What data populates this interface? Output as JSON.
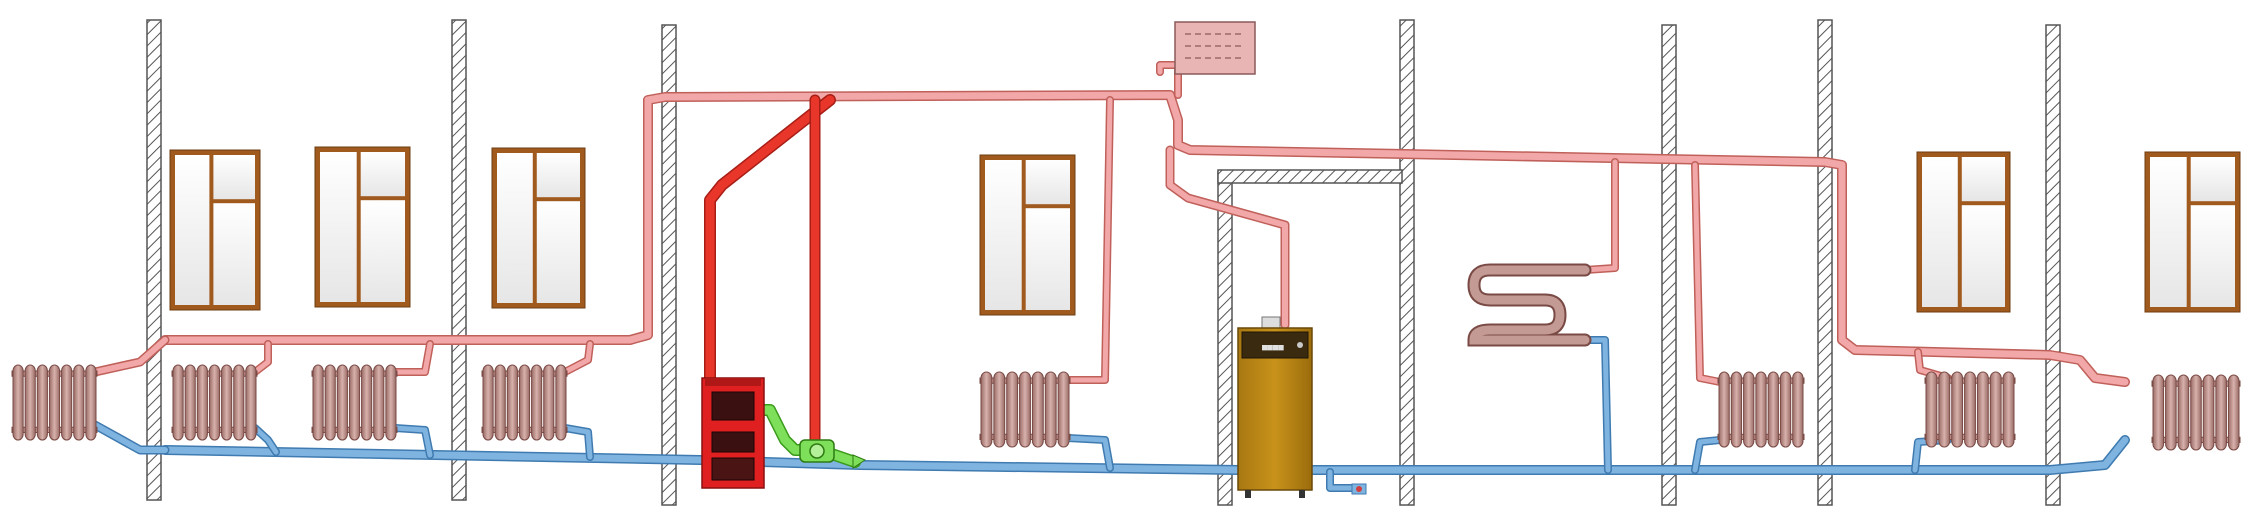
{
  "diagram": {
    "kind": "heating-system-schematic",
    "colors": {
      "supply_pipe": "#F2A8A8",
      "supply_pipe_edge": "#C0605A",
      "hot_riser": "#E8362A",
      "hot_riser_edge": "#A81E16",
      "return_pipe": "#7FB3E0",
      "return_pipe_edge": "#3F7BB0",
      "pump_fitting": "#7EE05A",
      "radiator": "#C49A95",
      "radiator_edge": "#7A4A45",
      "window_frame": "#A05A1E",
      "wall_hatch": "#555555",
      "solid_fuel_boiler": "#E02020",
      "gas_boiler": "#B8860B",
      "expansion_tank": "#E8B4B4"
    },
    "components": {
      "walls": 8,
      "windows": 6,
      "radiators": 8,
      "solid_fuel_boiler": 1,
      "gas_boiler": 1,
      "circulation_pump": 1,
      "expansion_tank": 1,
      "coil_heat_exchanger": 1
    },
    "gas_boiler_badge": "■■■■"
  }
}
